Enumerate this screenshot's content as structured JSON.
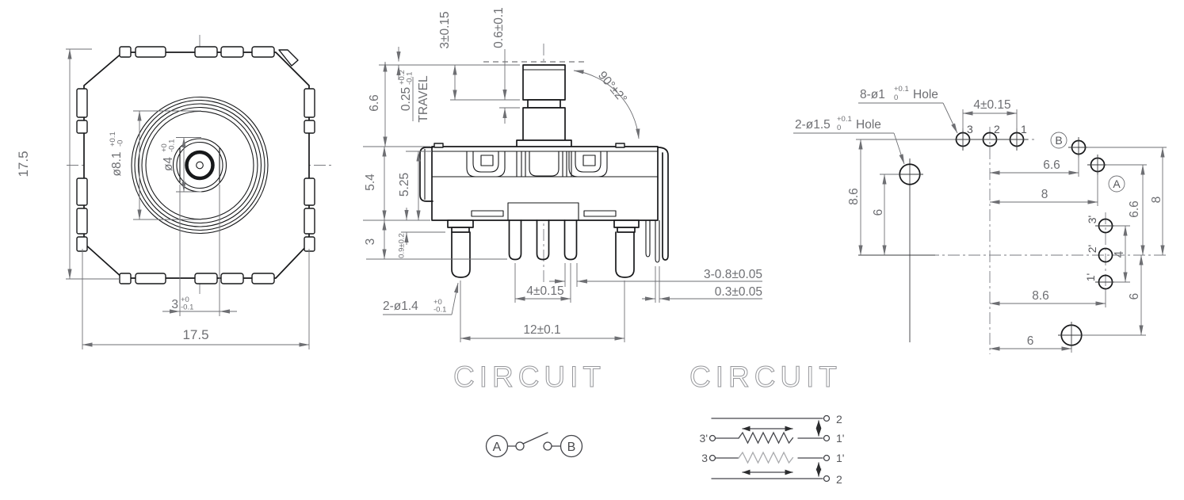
{
  "front": {
    "height": "17.5",
    "width": "17.5",
    "ring_dia": "ø8.1",
    "ring_tol_u": "+0.1",
    "ring_tol_l": "-0",
    "shaft_dia": "ø4",
    "shaft_tol_u": "+0",
    "shaft_tol_l": "-0.1",
    "flat_width": "3",
    "flat_tol_u": "+0",
    "flat_tol_l": "-0.1"
  },
  "side": {
    "shaft_len": "3±0.15",
    "groove": "0.6±0.1",
    "height_above": "6.6",
    "travel_val": "0.25",
    "travel_tol_u": "+0.2",
    "travel_tol_l": "-0.1",
    "travel_word": "TRAVEL",
    "rotation": "90°±2°",
    "body_h": "5.4",
    "body_inner_h": "5.25",
    "pin_len": "3",
    "stub_len": "0.9±0.2",
    "bracket_pin": "2-ø1.4",
    "bracket_pin_tol_u": "+0",
    "bracket_pin_tol_l": "-0.1",
    "pin_pitch": "4±0.15",
    "bracket_pitch": "12±0.1",
    "pin_width": "3-0.8±0.05",
    "leg_width": "0.3±0.05"
  },
  "pcb": {
    "small_hole": "8-ø1",
    "small_hole_tol_u": "+0.1",
    "small_hole_tol_l": "0",
    "small_hole_word": "Hole",
    "large_hole": "2-ø1.5",
    "large_hole_tol_u": "+0.1",
    "large_hole_tol_l": "0",
    "large_hole_word": "Hole",
    "pitch_top": "4±0.15",
    "bx": "6.6",
    "ax": "8",
    "row_y": "8.6",
    "hole_y": "6",
    "by": "8",
    "ay": "6.6",
    "col_pitch": "4",
    "col_x": "8.6",
    "bot_y": "6",
    "bot_x": "6",
    "p1": "1",
    "p2": "2",
    "p3": "3",
    "p1p": "1'",
    "p2p": "2'",
    "p3p": "3'",
    "a": "A",
    "b": "B"
  },
  "circuits": {
    "switch_title": "CIRCUIT",
    "pot_title": "CIRCUIT",
    "a": "A",
    "b": "B",
    "pot_top": "2",
    "pot_r1l": "3'",
    "pot_r1r": "1'",
    "pot_r2l": "3",
    "pot_r2r": "1'",
    "pot_bottom": "2"
  }
}
